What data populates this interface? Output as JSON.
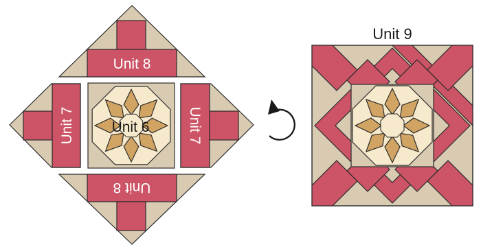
{
  "labels": {
    "unit6": "Unit 6",
    "unit7_left": "Unit 7",
    "unit7_right": "Unit 7",
    "unit8_top": "Unit 8",
    "unit8_bottom": "Unit 8",
    "unit9": "Unit 9"
  },
  "colors": {
    "red": "#cc5466",
    "tan": "#d8cbb2",
    "cream": "#f6e9cc",
    "gold": "#d2a464",
    "stroke": "#2b2b2b"
  },
  "icons": {
    "rotate": "counterclockwise-rotate-arrow-icon"
  }
}
